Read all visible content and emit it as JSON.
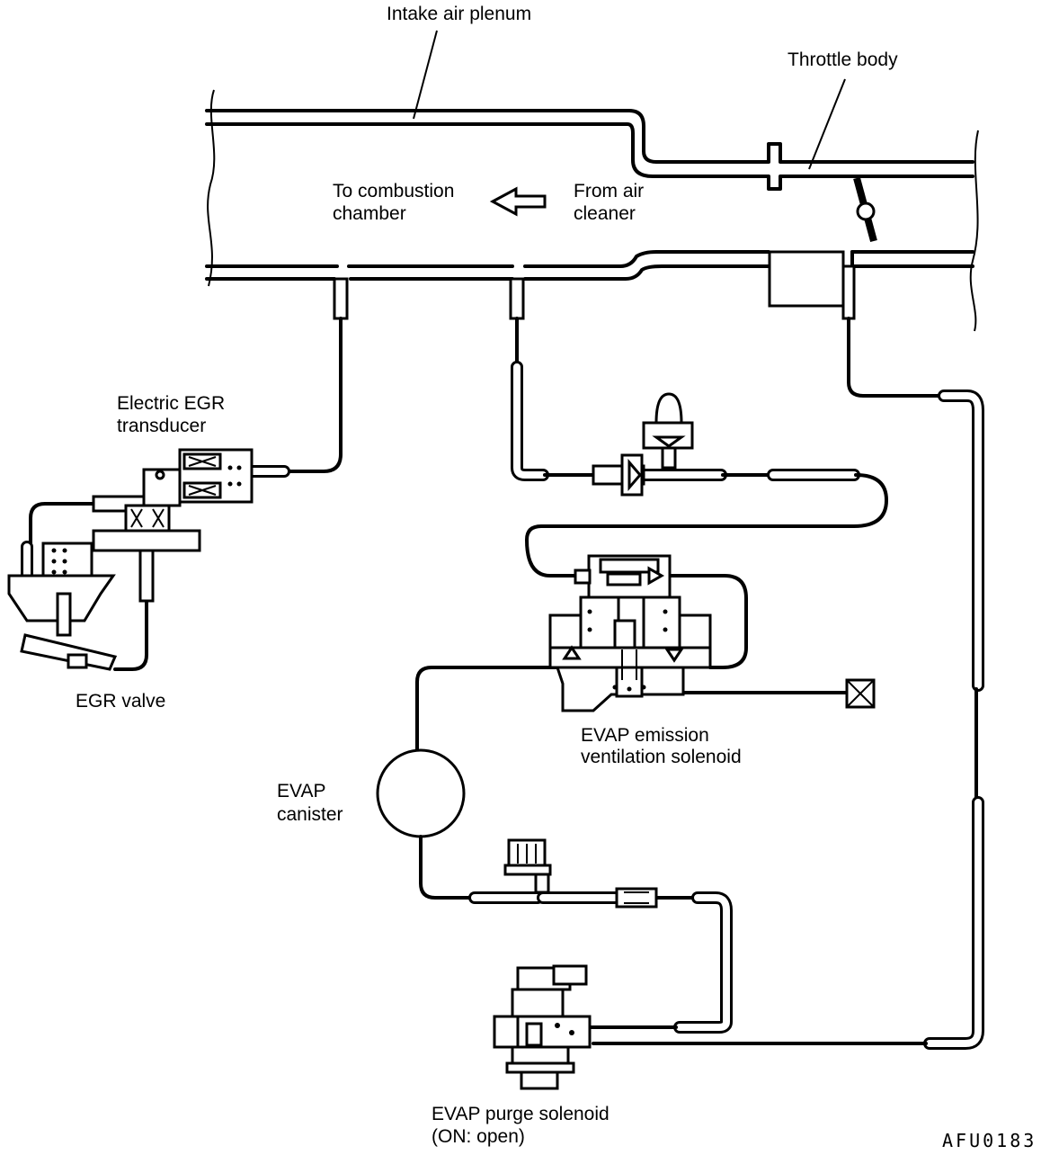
{
  "labels": {
    "intake_plenum": "Intake air plenum",
    "throttle_body": "Throttle body",
    "to_combustion_1": "To combustion",
    "to_combustion_2": "chamber",
    "from_air_1": "From air",
    "from_air_2": "cleaner",
    "egr_transducer_1": "Electric EGR",
    "egr_transducer_2": "transducer",
    "egr_valve": "EGR valve",
    "evap_vent_1": "EVAP emission",
    "evap_vent_2": "ventilation solenoid",
    "evap_canister_1": "EVAP",
    "evap_canister_2": "canister",
    "evap_purge_1": "EVAP purge solenoid",
    "evap_purge_2": "(ON: open)"
  },
  "figure_code": "AFU0183"
}
